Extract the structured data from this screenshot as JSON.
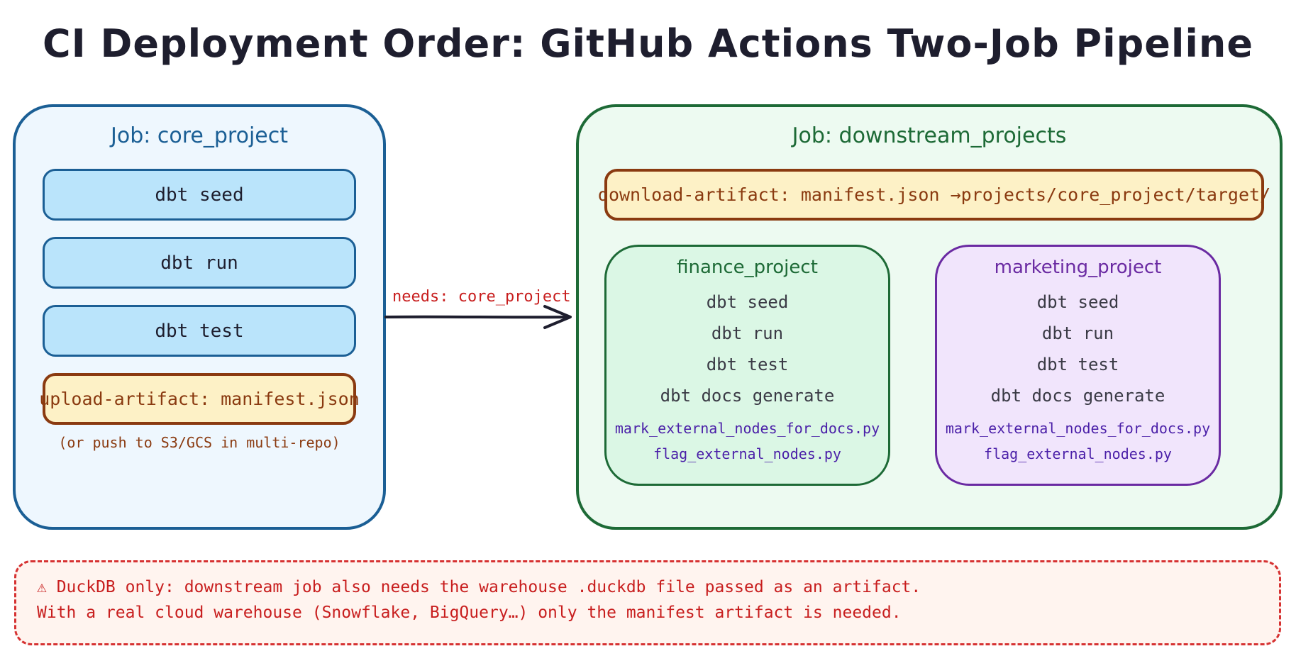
{
  "title": "CI Deployment Order: GitHub Actions Two-Job Pipeline",
  "core_job": {
    "label": "Job: core_project",
    "steps": [
      "dbt seed",
      "dbt run",
      "dbt test"
    ],
    "artifact": "upload-artifact: manifest.json",
    "note": "(or push to S3/GCS in multi-repo)"
  },
  "edge": {
    "label": "needs: core_project"
  },
  "downstream_job": {
    "label": "Job: downstream_projects",
    "artifact": "download-artifact: manifest.json →projects/core_project/target/",
    "projects": [
      {
        "name": "finance_project",
        "commands": [
          "dbt seed",
          "dbt run",
          "dbt test",
          "dbt docs generate"
        ],
        "scripts": [
          "mark_external_nodes_for_docs.py",
          "flag_external_nodes.py"
        ]
      },
      {
        "name": "marketing_project",
        "commands": [
          "dbt seed",
          "dbt run",
          "dbt test",
          "dbt docs generate"
        ],
        "scripts": [
          "mark_external_nodes_for_docs.py",
          "flag_external_nodes.py"
        ]
      }
    ]
  },
  "warning": {
    "line1": "⚠ DuckDB only: downstream job also needs the warehouse .duckdb file passed as an artifact.",
    "line2": "With a real cloud warehouse (Snowflake, BigQuery…) only the manifest artifact is needed."
  },
  "colors": {
    "core_accent": "#1b5f95",
    "downstream_accent": "#1d6a36",
    "marketing_accent": "#6a2aa2",
    "artifact_accent": "#8a3a10",
    "warning_accent": "#c81e1e"
  }
}
